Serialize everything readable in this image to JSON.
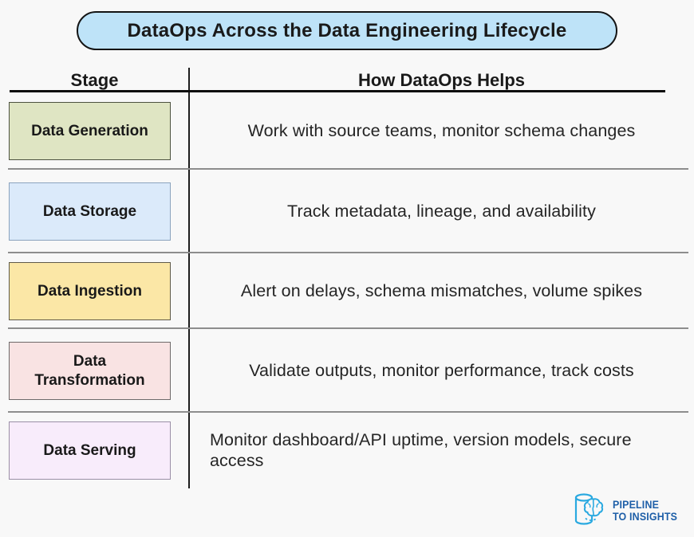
{
  "title": "DataOps Across the Data Engineering Lifecycle",
  "table": {
    "headers": {
      "stage": "Stage",
      "help": "How DataOps Helps"
    },
    "rows": [
      {
        "stage": "Data Generation",
        "help": "Work with source teams, monitor schema changes",
        "fill": "#dfe5c3",
        "border": "#4d5240"
      },
      {
        "stage": "Data Storage",
        "help": "Track metadata, lineage, and availability",
        "fill": "#dbeafa",
        "border": "#8ba3bd"
      },
      {
        "stage": "Data Ingestion",
        "help": "Alert on delays, schema mismatches, volume spikes",
        "fill": "#fbe7a6",
        "border": "#5f5a49"
      },
      {
        "stage": "Data Transformation",
        "help": "Validate outputs, monitor performance, track costs",
        "fill": "#f9e3e3",
        "border": "#6e6a6a"
      },
      {
        "stage": "Data Serving",
        "help": "Monitor dashboard/API uptime, version models, secure access",
        "fill": "#f8ecfb",
        "border": "#9a8fa6"
      }
    ]
  },
  "logo": {
    "line1": "PIPELINE",
    "line2": "TO INSIGHTS",
    "icon_color": "#2aa9e0",
    "text_color": "#1e5fa8"
  },
  "colors": {
    "page_bg": "#f8f8f8",
    "pill_bg": "#bee3f8",
    "pill_border": "#141414",
    "divider": "#1c1c1c",
    "row_line": "#8d8d8d"
  }
}
